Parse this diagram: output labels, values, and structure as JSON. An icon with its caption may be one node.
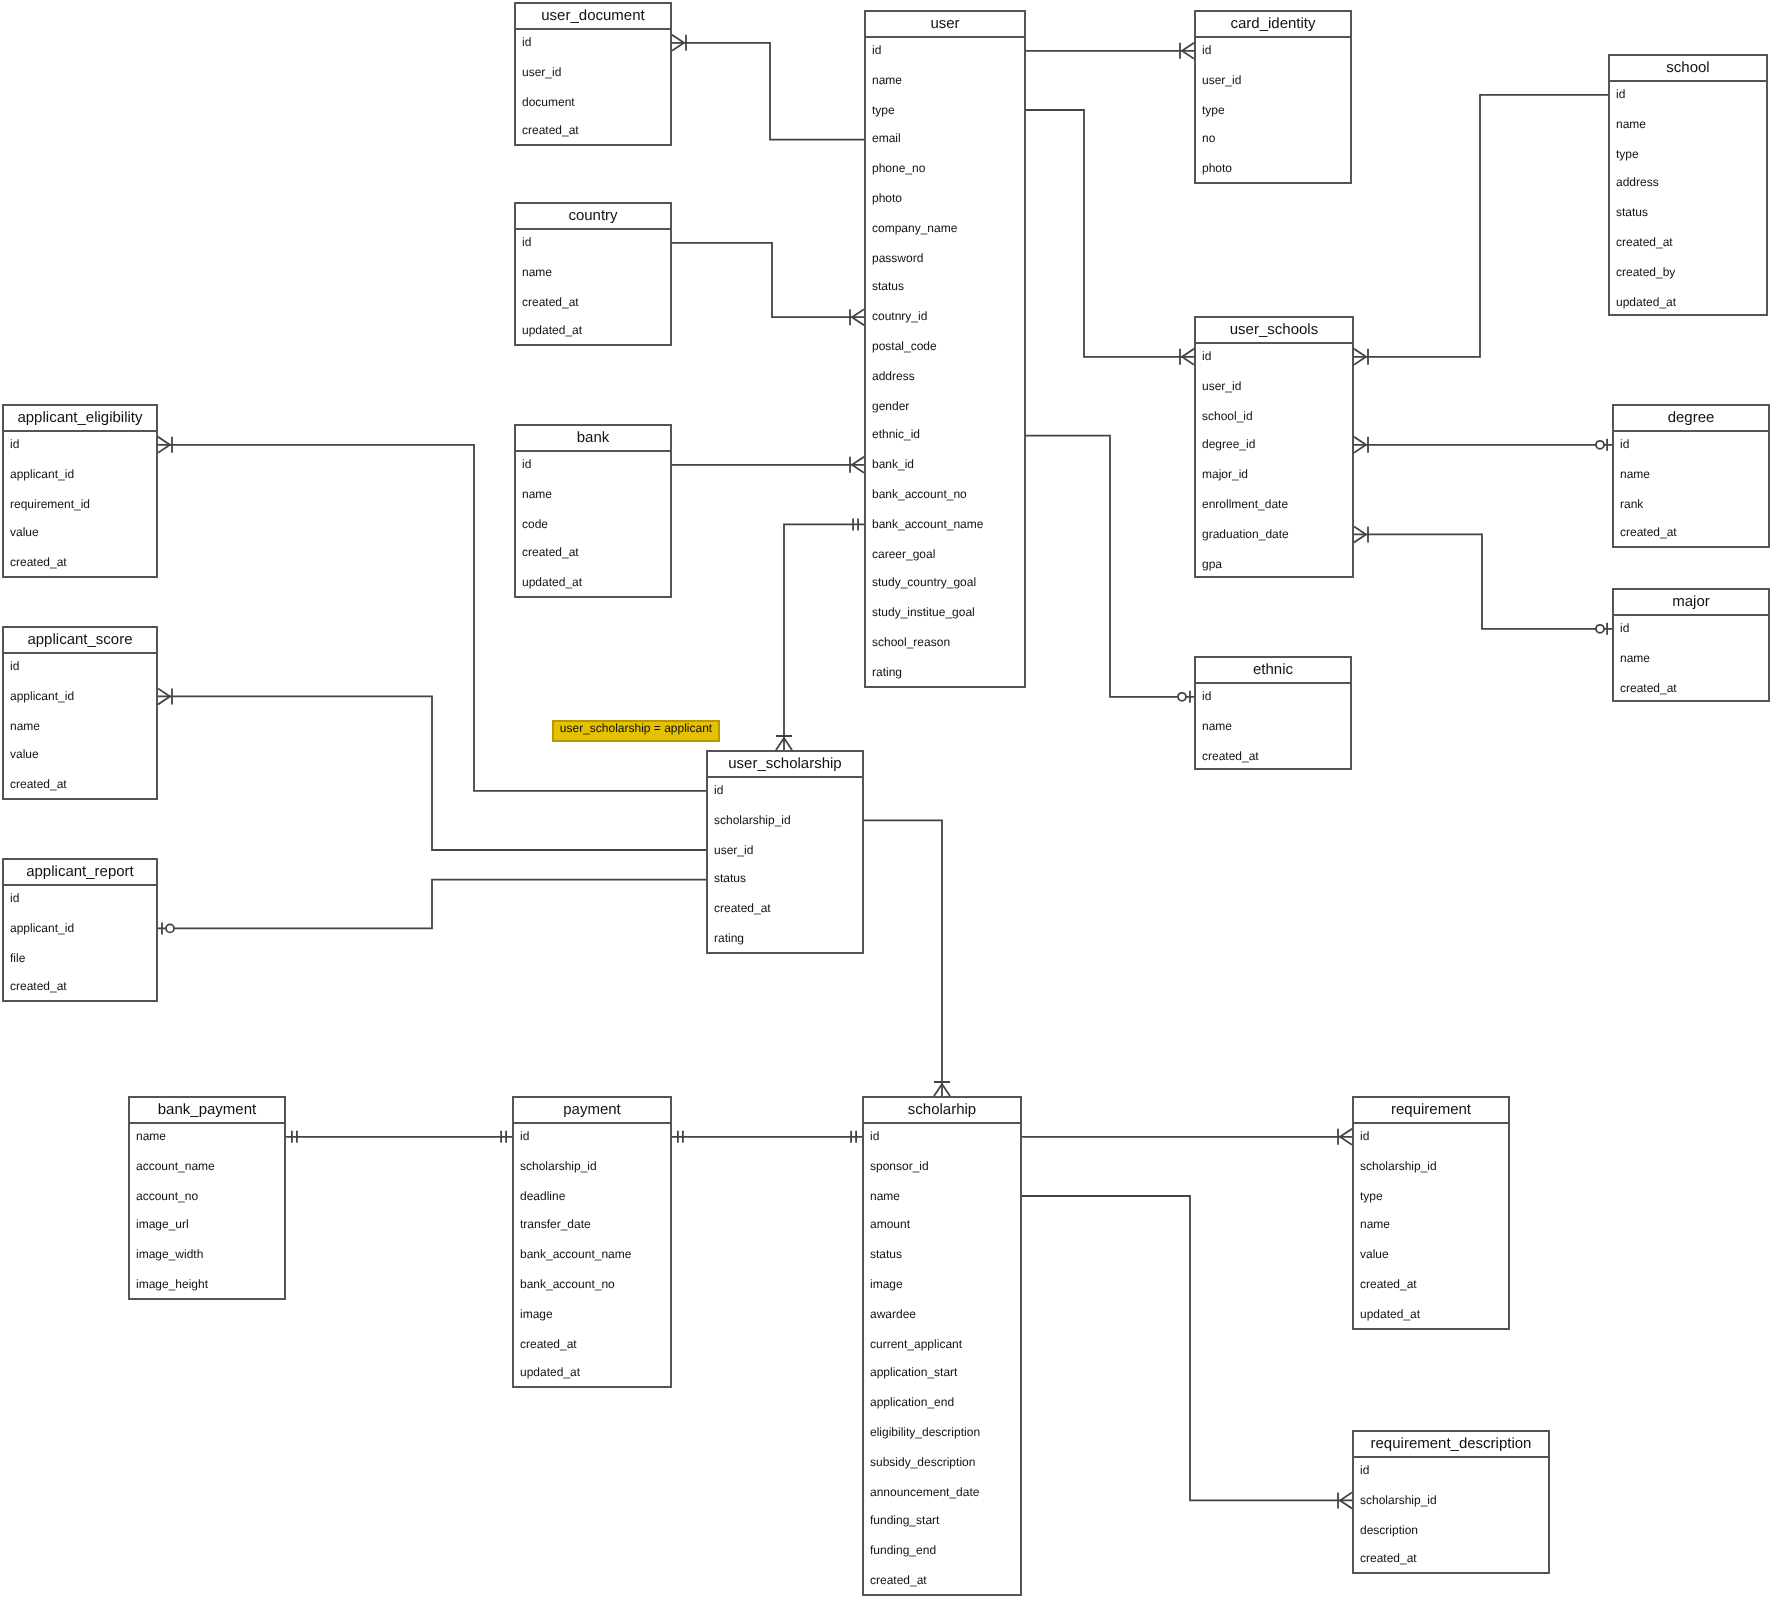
{
  "diagram": {
    "nodes": [
      {
        "text": [
          "user_document",
          "id",
          "user_id",
          "document",
          "created_at"
        ]
      },
      {
        "text": [
          "user",
          "id",
          "name",
          "type",
          "email",
          "phone_no",
          "photo",
          "company_name",
          "password",
          "status",
          "coutnry_id",
          "postal_code",
          "address",
          "gender",
          "ethnic_id",
          "bank_id",
          "bank_account_no",
          "bank_account_name",
          "career_goal",
          "study_country_goal",
          "study_institue_goal",
          "school_reason",
          "rating"
        ]
      },
      {
        "text": [
          "card_identity",
          "id",
          "user_id",
          "type",
          "no",
          "photo"
        ]
      },
      {
        "text": [
          "school",
          "id",
          "name",
          "type",
          "address",
          "status",
          "created_at",
          "created_by",
          "updated_at"
        ]
      },
      {
        "text": [
          "country",
          "id",
          "name",
          "created_at",
          "updated_at"
        ]
      },
      {
        "text": [
          "user_schools",
          "id",
          "user_id",
          "school_id",
          "degree_id",
          "major_id",
          "enrollment_date",
          "graduation_date",
          "gpa"
        ]
      },
      {
        "text": [
          "applicant_eligibility",
          "id",
          "applicant_id",
          "requirement_id",
          "value",
          "created_at"
        ]
      },
      {
        "text": [
          "degree",
          "id",
          "name",
          "rank",
          "created_at"
        ]
      },
      {
        "text": [
          "bank",
          "id",
          "name",
          "code",
          "created_at",
          "updated_at"
        ]
      },
      {
        "text": [
          "major",
          "id",
          "name",
          "created_at"
        ]
      },
      {
        "text": [
          "applicant_score",
          "id",
          "applicant_id",
          "name",
          "value",
          "created_at"
        ]
      },
      {
        "text": [
          "ethnic",
          "id",
          "name",
          "created_at"
        ]
      },
      {
        "text": [
          "user_scholarship = applicant"
        ]
      },
      {
        "text": [
          "user_scholarship",
          "id",
          "scholarship_id",
          "user_id",
          "status",
          "created_at",
          "rating"
        ]
      },
      {
        "text": [
          "applicant_report",
          "id",
          "applicant_id",
          "file",
          "created_at"
        ]
      },
      {
        "text": [
          "bank_payment",
          "name",
          "account_name",
          "account_no",
          "image_url",
          "image_width",
          "image_height"
        ]
      },
      {
        "text": [
          "payment",
          "id",
          "scholarship_id",
          "deadline",
          "transfer_date",
          "bank_account_name",
          "bank_account_no",
          "image",
          "created_at",
          "updated_at"
        ]
      },
      {
        "text": [
          "scholarhip",
          "id",
          "sponsor_id",
          "name",
          "amount",
          "status",
          "image",
          "awardee",
          "current_applicant",
          "application_start",
          "application_end",
          "eligibility_description",
          "subsidy_description",
          "announcement_date",
          "funding_start",
          "funding_end",
          "created_at"
        ]
      },
      {
        "text": [
          "requirement",
          "id",
          "scholarship_id",
          "type",
          "name",
          "value",
          "created_at",
          "updated_at"
        ]
      },
      {
        "text": [
          "requirement_description",
          "id",
          "scholarship_id",
          "description",
          "created_at"
        ]
      }
    ],
    "edges": [
      {
        "from": 1,
        "to": 0,
        "arrow": "other"
      },
      {
        "from": 1,
        "to": 2,
        "arrow": "other"
      },
      {
        "from": 1,
        "to": 5,
        "arrow": "other"
      },
      {
        "from": 3,
        "to": 5,
        "arrow": "other"
      },
      {
        "from": 4,
        "to": 1,
        "arrow": "other"
      },
      {
        "from": 8,
        "to": 1,
        "arrow": "other"
      },
      {
        "from": 7,
        "to": 5,
        "arrow": "other"
      },
      {
        "from": 9,
        "to": 5,
        "arrow": "other"
      },
      {
        "from": 1,
        "to": 11,
        "arrow": "other"
      },
      {
        "from": 1,
        "to": 13,
        "arrow": "other"
      },
      {
        "from": 13,
        "to": 6,
        "arrow": "other"
      },
      {
        "from": 13,
        "to": 10,
        "arrow": "other"
      },
      {
        "from": 13,
        "to": 14,
        "arrow": "other"
      },
      {
        "from": 13,
        "to": 17,
        "arrow": "other"
      },
      {
        "from": 15,
        "to": 16,
        "arrow": "other"
      },
      {
        "from": 16,
        "to": 17,
        "arrow": "other"
      },
      {
        "from": 17,
        "to": 18,
        "arrow": "other"
      },
      {
        "from": 17,
        "to": 19,
        "arrow": "other"
      }
    ]
  }
}
